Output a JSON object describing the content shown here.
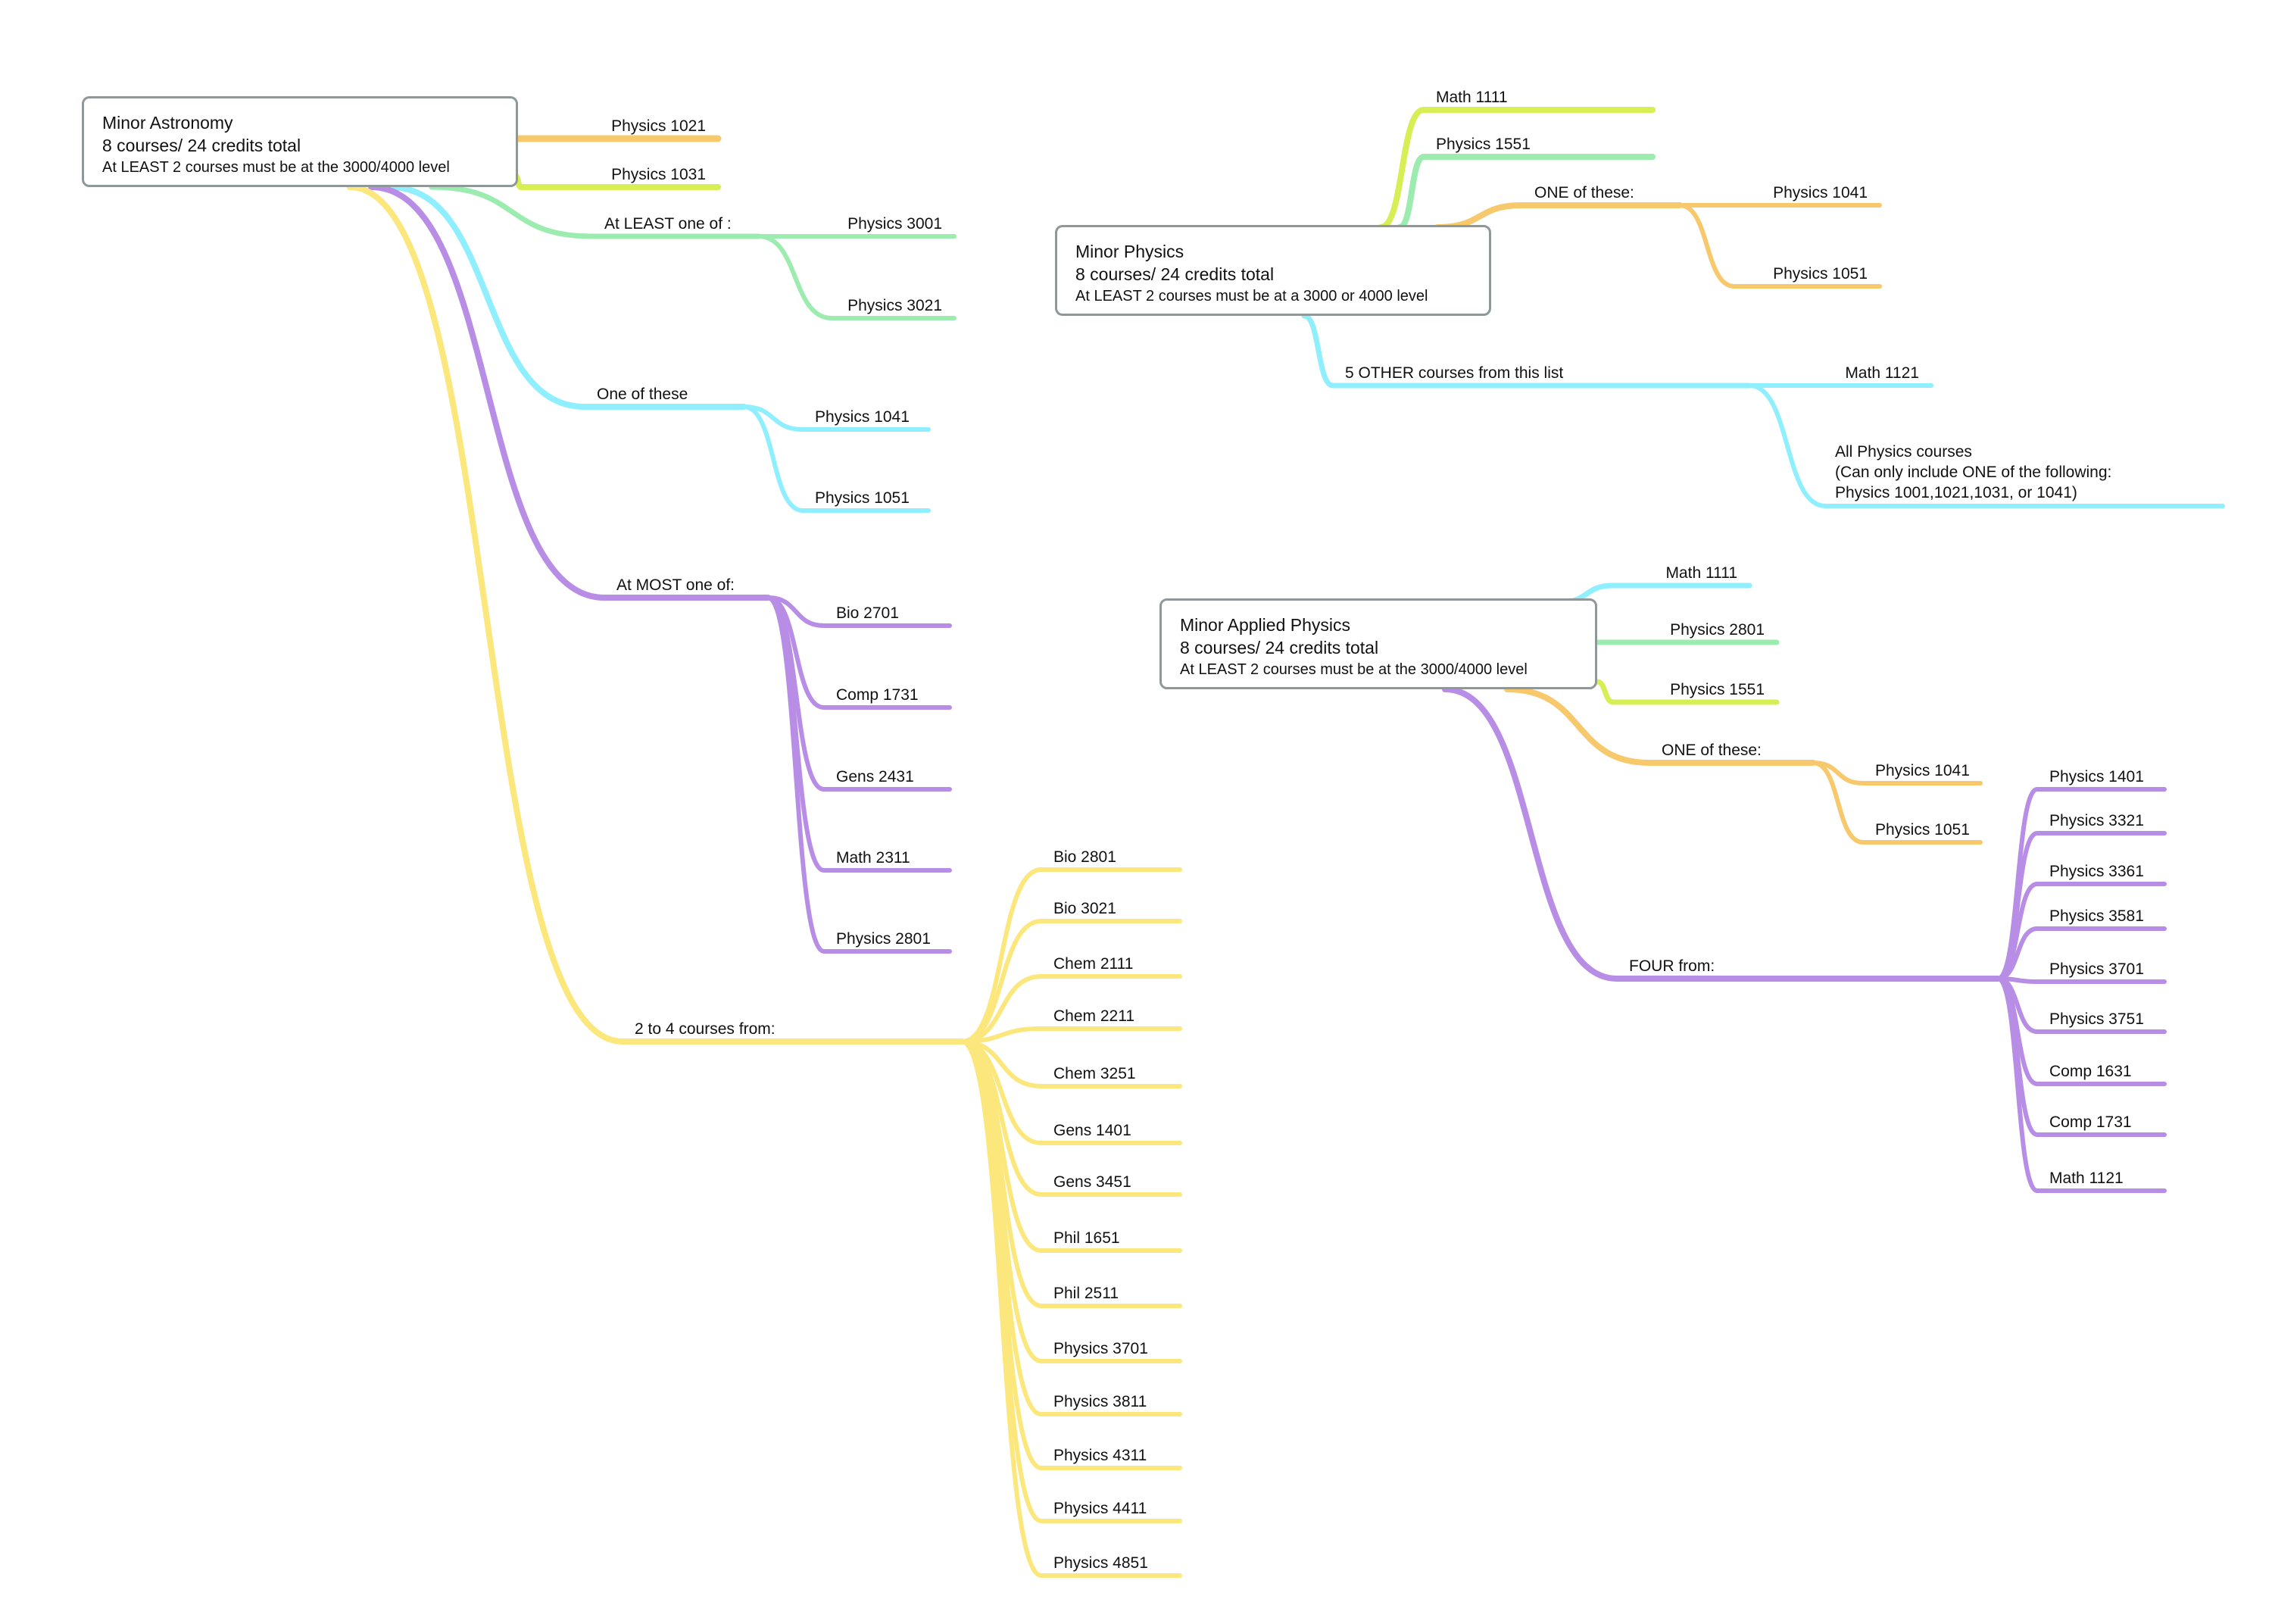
{
  "colors": {
    "orange": "#f7c86c",
    "lime": "#d7ef55",
    "green": "#9cecb0",
    "cyan": "#8fefff",
    "purple": "#b88de6",
    "yellow": "#fbe77c",
    "box_border": "#8f9898"
  },
  "astronomy": {
    "title": "Minor Astronomy",
    "credits": "8 courses/ 24 credits total",
    "rule": "At LEAST 2 courses must be at the 3000/4000 level",
    "direct": [
      "Physics 1021",
      "Physics 1031"
    ],
    "least_one_label": "At LEAST one of :",
    "least_one_items": [
      "Physics 3001",
      "Physics 3021"
    ],
    "one_of_label": "One of these",
    "one_of_items": [
      "Physics 1041",
      "Physics 1051"
    ],
    "most_one_label": "At MOST one of:",
    "most_one_items": [
      "Bio 2701",
      "Comp 1731",
      "Gens 2431",
      "Math 2311",
      "Physics 2801"
    ],
    "courses_label": "2 to 4 courses from:",
    "courses_items": [
      "Bio 2801",
      "Bio 3021",
      "Chem 2111",
      "Chem 2211",
      "Chem 3251",
      "Gens 1401",
      "Gens 3451",
      "Phil 1651",
      "Phil 2511",
      "Physics 3701",
      "Physics 3811",
      "Physics 4311",
      "Physics 4411",
      "Physics 4851"
    ]
  },
  "physics": {
    "title": "Minor Physics",
    "credits": "8 courses/ 24 credits total",
    "rule": "At LEAST 2  courses must be at a 3000 or 4000 level",
    "direct": [
      "Math 1111",
      "Physics 1551"
    ],
    "one_label": "ONE of these:",
    "one_items": [
      "Physics 1041",
      "Physics 1051"
    ],
    "other_label": "5 OTHER courses from this list",
    "other_items": [
      "Math 1121"
    ],
    "all_physics": {
      "line1": "All Physics courses",
      "line2": "(Can only include ONE of the following:",
      "line3": "Physics 1001,1021,1031, or 1041)"
    }
  },
  "applied": {
    "title": "Minor Applied Physics",
    "credits": "8 courses/ 24 credits total",
    "rule": "At LEAST 2 courses must be at the 3000/4000 level",
    "direct": [
      "Math 1111",
      "Physics 2801",
      "Physics 1551"
    ],
    "one_label": "ONE of these:",
    "one_items": [
      "Physics 1041",
      "Physics 1051"
    ],
    "four_label": "FOUR from:",
    "four_items": [
      "Physics 1401",
      "Physics 3321",
      "Physics 3361",
      "Physics 3581",
      "Physics 3701",
      "Physics 3751",
      "Comp 1631",
      "Comp 1731",
      "Math 1121"
    ]
  }
}
